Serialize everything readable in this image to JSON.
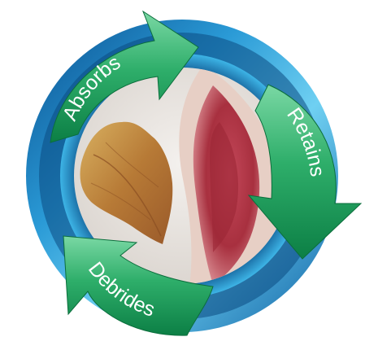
{
  "diagram": {
    "cycle_steps": [
      {
        "label": "Absorbs"
      },
      {
        "label": "Retains"
      },
      {
        "label": "Debrides"
      }
    ],
    "colors": {
      "ring_blue_dark": "#0a5a9a",
      "ring_blue_light": "#5fc6ee",
      "arrow_green_light": "#5cc98b",
      "arrow_green_dark": "#0e8a4c",
      "center_backdrop": "#e9e4df",
      "tissue_red": "#b23a4a",
      "dressing_gold": "#c99a4a"
    },
    "icons": [
      "cycle-ring",
      "curved-arrow",
      "wound-photo"
    ]
  }
}
